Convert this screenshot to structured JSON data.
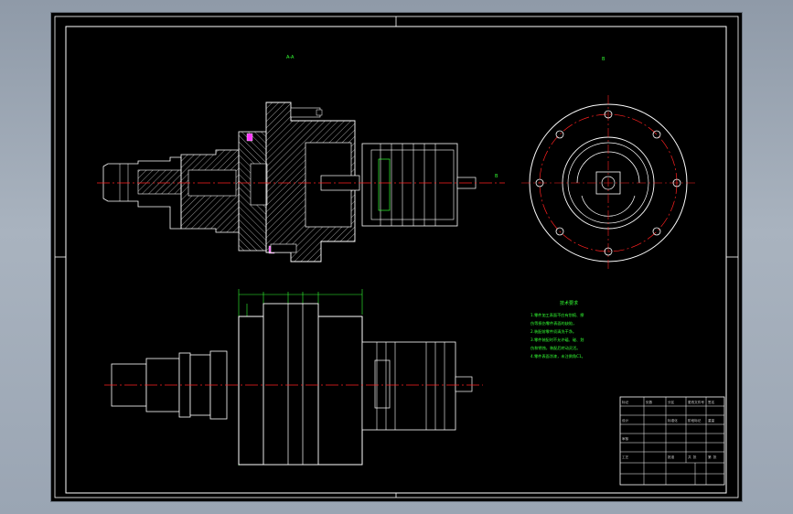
{
  "sheet": {
    "background": "#000000",
    "outline_color": "#ffffff",
    "centerline_color": "#ff2020",
    "dimension_color": "#33ff33",
    "hatch_color": "#ffffff",
    "accent_color": "#ff33ff"
  },
  "views": {
    "section_label": "A-A",
    "end_label": "B",
    "arrow_b": "B"
  },
  "technical_notes": {
    "title": "技术要求",
    "lines": [
      "1.零件加工表面不应有划痕、擦",
      "伤等损伤零件表面的缺陷，",
      "2.装配前零件须清洗干净。",
      "3.零件装配时不允许磕、碰、划",
      "伤和锈蚀，装配后转动灵活。",
      "4.零件表面涂漆，未注倒角C1。"
    ]
  },
  "title_block": {
    "rows": [
      [
        "标记",
        "处数",
        "分区",
        "更改文件号",
        "签名",
        "年月日"
      ],
      [
        "设计",
        "",
        "标准化",
        "",
        "阶段标记",
        "重量"
      ],
      [
        "审核",
        "",
        "",
        "",
        "",
        ""
      ],
      [
        "工艺",
        "",
        "批准",
        "",
        "共 张",
        "第 张"
      ]
    ]
  }
}
